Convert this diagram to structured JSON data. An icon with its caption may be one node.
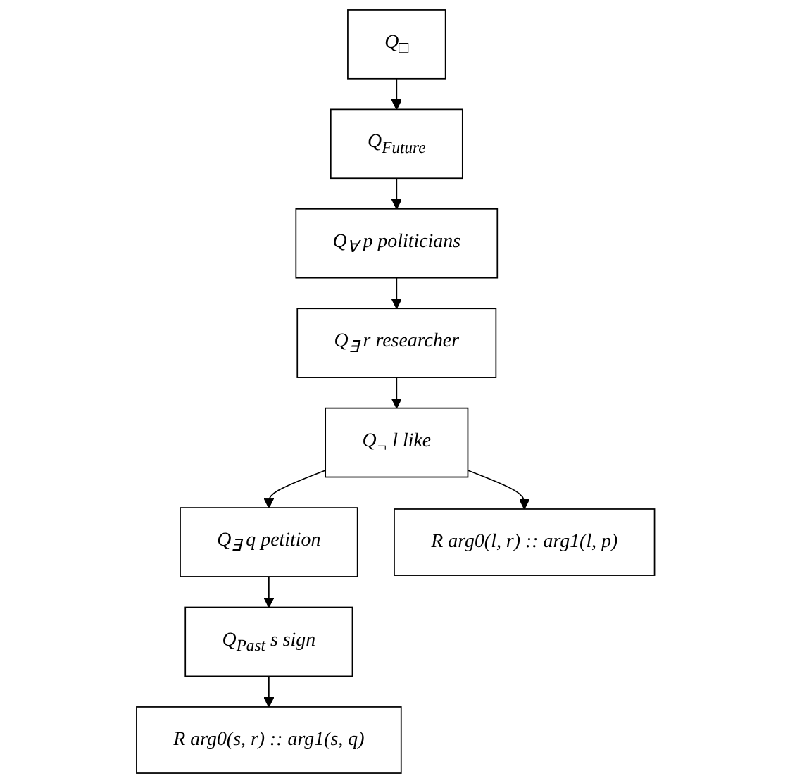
{
  "diagram": {
    "nodes": [
      {
        "text": [
          "Q$_{□}$"
        ]
      },
      {
        "text": [
          "Q$_{Future}$"
        ]
      },
      {
        "text": [
          "Q$_{∀}$ p politicians"
        ]
      },
      {
        "text": [
          "Q$_{∃}$ r researcher"
        ]
      },
      {
        "text": [
          "Q$_{¬}$ l like"
        ]
      },
      {
        "text": [
          "Q$_{∃}$ q petition"
        ]
      },
      {
        "text": [
          "R arg0(l, r) :: arg1(l, p)"
        ]
      },
      {
        "text": [
          "Q$_{Past}$ s sign"
        ]
      },
      {
        "text": [
          "R arg0(s, r) :: arg1(s, q)"
        ]
      }
    ],
    "edges": [
      {
        "from": 0,
        "to": 1,
        "arrow": "to"
      },
      {
        "from": 1,
        "to": 2,
        "arrow": "to"
      },
      {
        "from": 2,
        "to": 3,
        "arrow": "to"
      },
      {
        "from": 3,
        "to": 4,
        "arrow": "to"
      },
      {
        "from": 4,
        "to": 5,
        "arrow": "to"
      },
      {
        "from": 4,
        "to": 6,
        "arrow": "to"
      },
      {
        "from": 5,
        "to": 7,
        "arrow": "to"
      },
      {
        "from": 7,
        "to": 8,
        "arrow": "to"
      }
    ]
  }
}
